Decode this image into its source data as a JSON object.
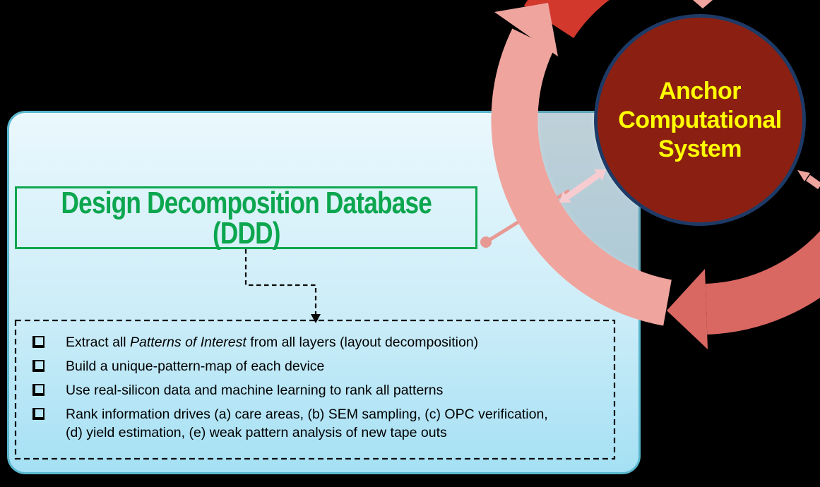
{
  "ddd_box": {
    "line1": "Design Decomposition Database",
    "line2": "(DDD)"
  },
  "bullet_box": {
    "items": [
      {
        "segments": [
          {
            "text": "Extract all "
          },
          {
            "text": "Patterns of Interest",
            "italic": true
          },
          {
            "text": " from all layers (layout decomposition)"
          }
        ]
      },
      {
        "text": "Build a unique-pattern-map of each device"
      },
      {
        "text": "Use real-silicon data and machine learning to rank all patterns"
      },
      {
        "text": "Rank information drives (a) care areas, (b) SEM sampling, (c) OPC verification, (d) yield estimation, (e) weak pattern analysis of new tape outs"
      }
    ]
  },
  "anchor_circle": {
    "line1": "Anchor",
    "line2": "Computational",
    "line3": "System"
  },
  "graphics": {
    "cycle_arrow_upper": "large pink circular arrow sweeping clockwise up the left side around the anchor circle",
    "cycle_arrow_bottom": "darker salmon circular arrow entering from right edge with arrowhead pointing left",
    "red_cycle_arrow_top": "bright red circular arrow segment cropped at top edge",
    "down_arrow": "small salmon arrow tip pointing down at top of anchor circle",
    "inbound_arrow": "small salmon arrow entering from right edge pointing at anchor circle",
    "double_arrow": "pale pink double-headed arrow between panel and anchor circle",
    "connector": "pink line with round dot end linking DDD box toward anchor circle",
    "elbow_connector": "black dashed elbow arrow from DDD box down into bullet list box",
    "bullet_icon": "open-square-checkbox"
  },
  "colors": {
    "background": "#000000",
    "panel_border": "#5ab7cd",
    "panel_top": "#eaf8fd",
    "panel_mid": "#cdedf8",
    "panel_bottom": "#a5e0f4",
    "green": "#0ca64f",
    "circle_fill": "#8b2012",
    "circle_border": "#1e3a66",
    "circle_text": "#ffff00",
    "arc_light": "#efa49e",
    "arc_dark": "#d96762",
    "arc_red": "#d2382c",
    "pale_arrow": "#f7ccd1",
    "connector_pink": "#e79a94"
  }
}
